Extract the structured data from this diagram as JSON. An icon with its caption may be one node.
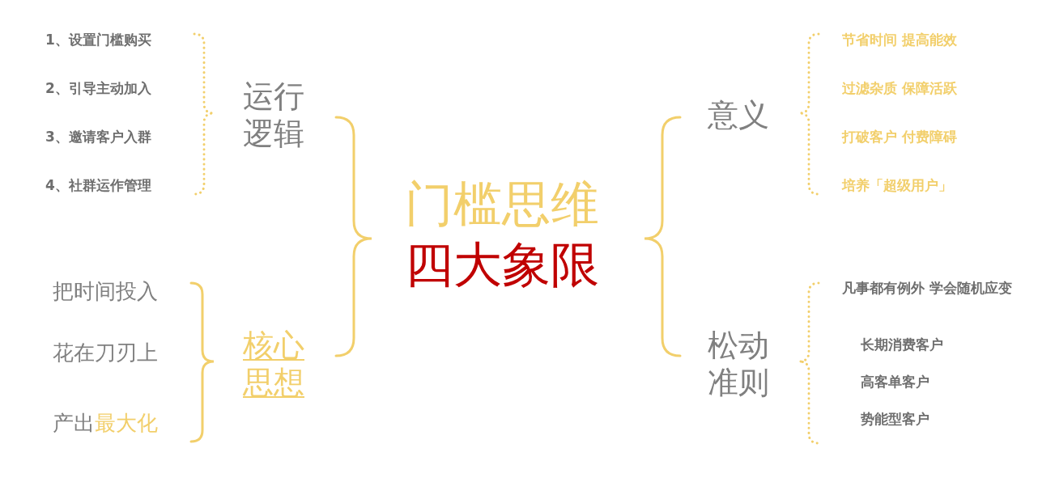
{
  "diagram": {
    "nodes": [
      {
        "text": [
          "门槛思维",
          "四大象限"
        ]
      },
      {
        "text": [
          "运行逻辑"
        ]
      },
      {
        "text": [
          "核心思想"
        ]
      },
      {
        "text": [
          "意义"
        ]
      },
      {
        "text": [
          "松动准则"
        ]
      },
      {
        "text": [
          "1、设置门槛购买"
        ]
      },
      {
        "text": [
          "2、引导主动加入"
        ]
      },
      {
        "text": [
          "3、邀请客户入群"
        ]
      },
      {
        "text": [
          "4、社群运作管理"
        ]
      },
      {
        "text": [
          "把时间投入"
        ]
      },
      {
        "text": [
          "花在刀刃上"
        ]
      },
      {
        "text": [
          "产出",
          "最大化"
        ]
      },
      {
        "text": [
          "节省时间 提高能效"
        ]
      },
      {
        "text": [
          "过滤杂质 保障活跃"
        ]
      },
      {
        "text": [
          "打破客户 付费障碍"
        ]
      },
      {
        "text": [
          "培养「超级用户」"
        ]
      },
      {
        "text": [
          "凡事都有例外 学会随机应变"
        ]
      },
      {
        "text": [
          "长期消费客户"
        ]
      },
      {
        "text": [
          "高客单客户"
        ]
      },
      {
        "text": [
          "势能型客户"
        ]
      }
    ]
  }
}
